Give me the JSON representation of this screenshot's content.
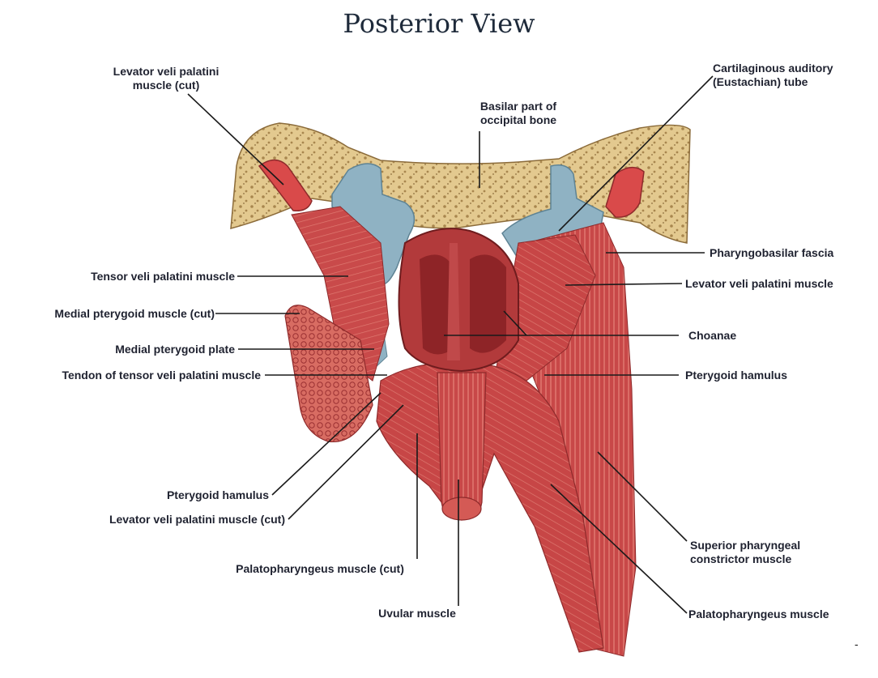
{
  "title": "Posterior View",
  "labels": {
    "levator_cut_top": [
      "Levator veli palatini",
      "muscle (cut)"
    ],
    "basilar": [
      "Basilar part of",
      "occipital bone"
    ],
    "cartilaginous": [
      "Cartilaginous auditory",
      "(Eustachian) tube"
    ],
    "pharyngobasilar": "Pharyngobasilar fascia",
    "levator_right": "Levator veli palatini muscle",
    "tensor": "Tensor veli palatini muscle",
    "medial_pterygoid_muscle": "Medial pterygoid muscle (cut)",
    "medial_pterygoid_plate": "Medial pterygoid plate",
    "tendon_tensor": "Tendon of tensor veli palatini muscle",
    "choanae": "Choanae",
    "hamulus_right": "Pterygoid hamulus",
    "hamulus_left": "Pterygoid hamulus",
    "levator_cut_bottom": "Levator veli palatini muscle (cut)",
    "palatopharyngeus_cut": "Palatopharyngeus muscle (cut)",
    "uvular": "Uvular muscle",
    "superior_constrictor": [
      "Superior pharyngeal",
      "constrictor muscle"
    ],
    "palatopharyngeus": "Palatopharyngeus muscle"
  },
  "colors": {
    "bone": "#e3c98f",
    "bone_dots": "#a8864e",
    "cartilage": "#8fb2c3",
    "muscle": "#c94a4a",
    "muscle_dark": "#9e2f30",
    "muscle_light": "#dd7a72",
    "cavity": "#8e2427",
    "leader": "#1a1a1a"
  }
}
